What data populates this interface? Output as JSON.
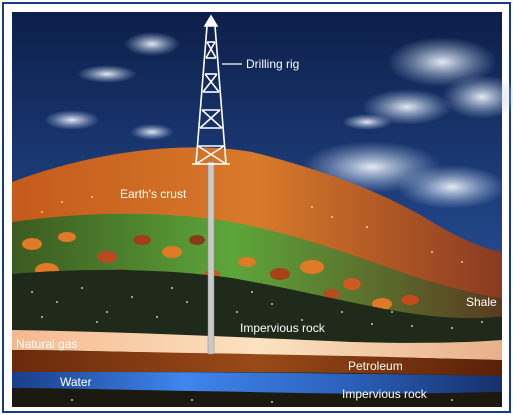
{
  "labels": {
    "rig": "Drilling rig",
    "crust": "Earth's crust",
    "shale": "Shale",
    "impervious_upper": "Impervious rock",
    "natural_gas": "Natural gas",
    "petroleum": "Petroleum",
    "water": "Water",
    "impervious_lower": "Impervious rock"
  },
  "colors": {
    "sky_top": "#0d1f4a",
    "sky_bottom": "#2f5da0",
    "crust": "#c8641e",
    "shale_green": "#3f8a2a",
    "dark_rock": "#1f2a1a",
    "gas": "#f2c6a0",
    "petroleum": "#7a3410",
    "water": "#2b6fd6",
    "rig": "#ffffff",
    "frame": "#163a8c"
  }
}
